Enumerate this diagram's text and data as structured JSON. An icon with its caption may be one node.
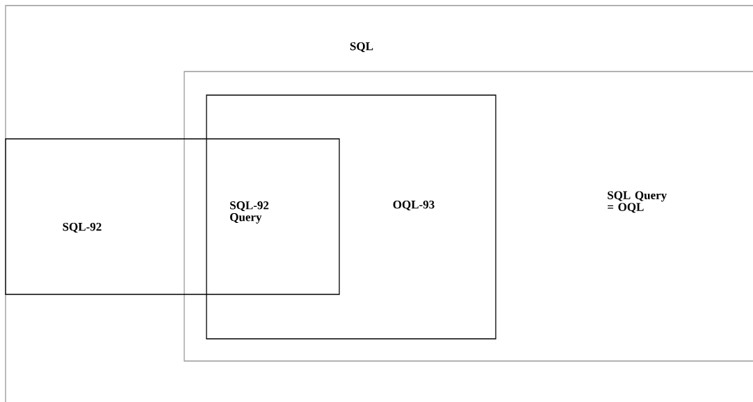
{
  "diagram": {
    "nodes": [
      {
        "text": [
          "SQL"
        ]
      },
      {
        "text": [
          "SQL Query = OQL"
        ],
        "in": 0
      },
      {
        "text": [
          "OQL-93"
        ],
        "in": 1
      },
      {
        "text": [
          "SQL-92"
        ],
        "in": 0
      }
    ],
    "labels": [
      "SQL-92 Query"
    ]
  }
}
